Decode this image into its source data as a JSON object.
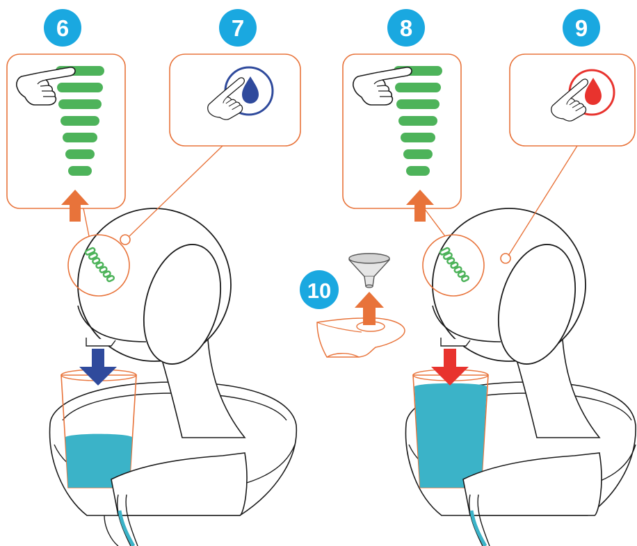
{
  "steps": [
    {
      "number": "6",
      "action": "descale-level-select"
    },
    {
      "number": "7",
      "action": "press-water-button"
    },
    {
      "number": "8",
      "action": "descale-level-select"
    },
    {
      "number": "9",
      "action": "press-water-button"
    },
    {
      "number": "10",
      "action": "remove-capsule-holder"
    }
  ],
  "colors": {
    "badge": "#1aa8e0",
    "callout": "#e8733a",
    "level_led": "#4db35a",
    "arrow_up": "#e8733a",
    "arrow_down_blue": "#2f4a9c",
    "arrow_down_red": "#e8332e",
    "water": "#3bb3c8",
    "cup_outline": "#e8733a",
    "machine_outline": "#222222",
    "water_drop_blue": "#2f4a9c",
    "water_drop_red": "#e8332e"
  },
  "icons": {
    "level_bars": "led-bar-icon",
    "finger": "pointing-hand-icon",
    "drop": "water-drop-icon",
    "arrow_up": "arrow-up-icon",
    "arrow_down": "arrow-down-icon",
    "capsule_holder": "capsule-holder-icon"
  },
  "cup_fill": {
    "left": 0.45,
    "right": 0.9
  }
}
